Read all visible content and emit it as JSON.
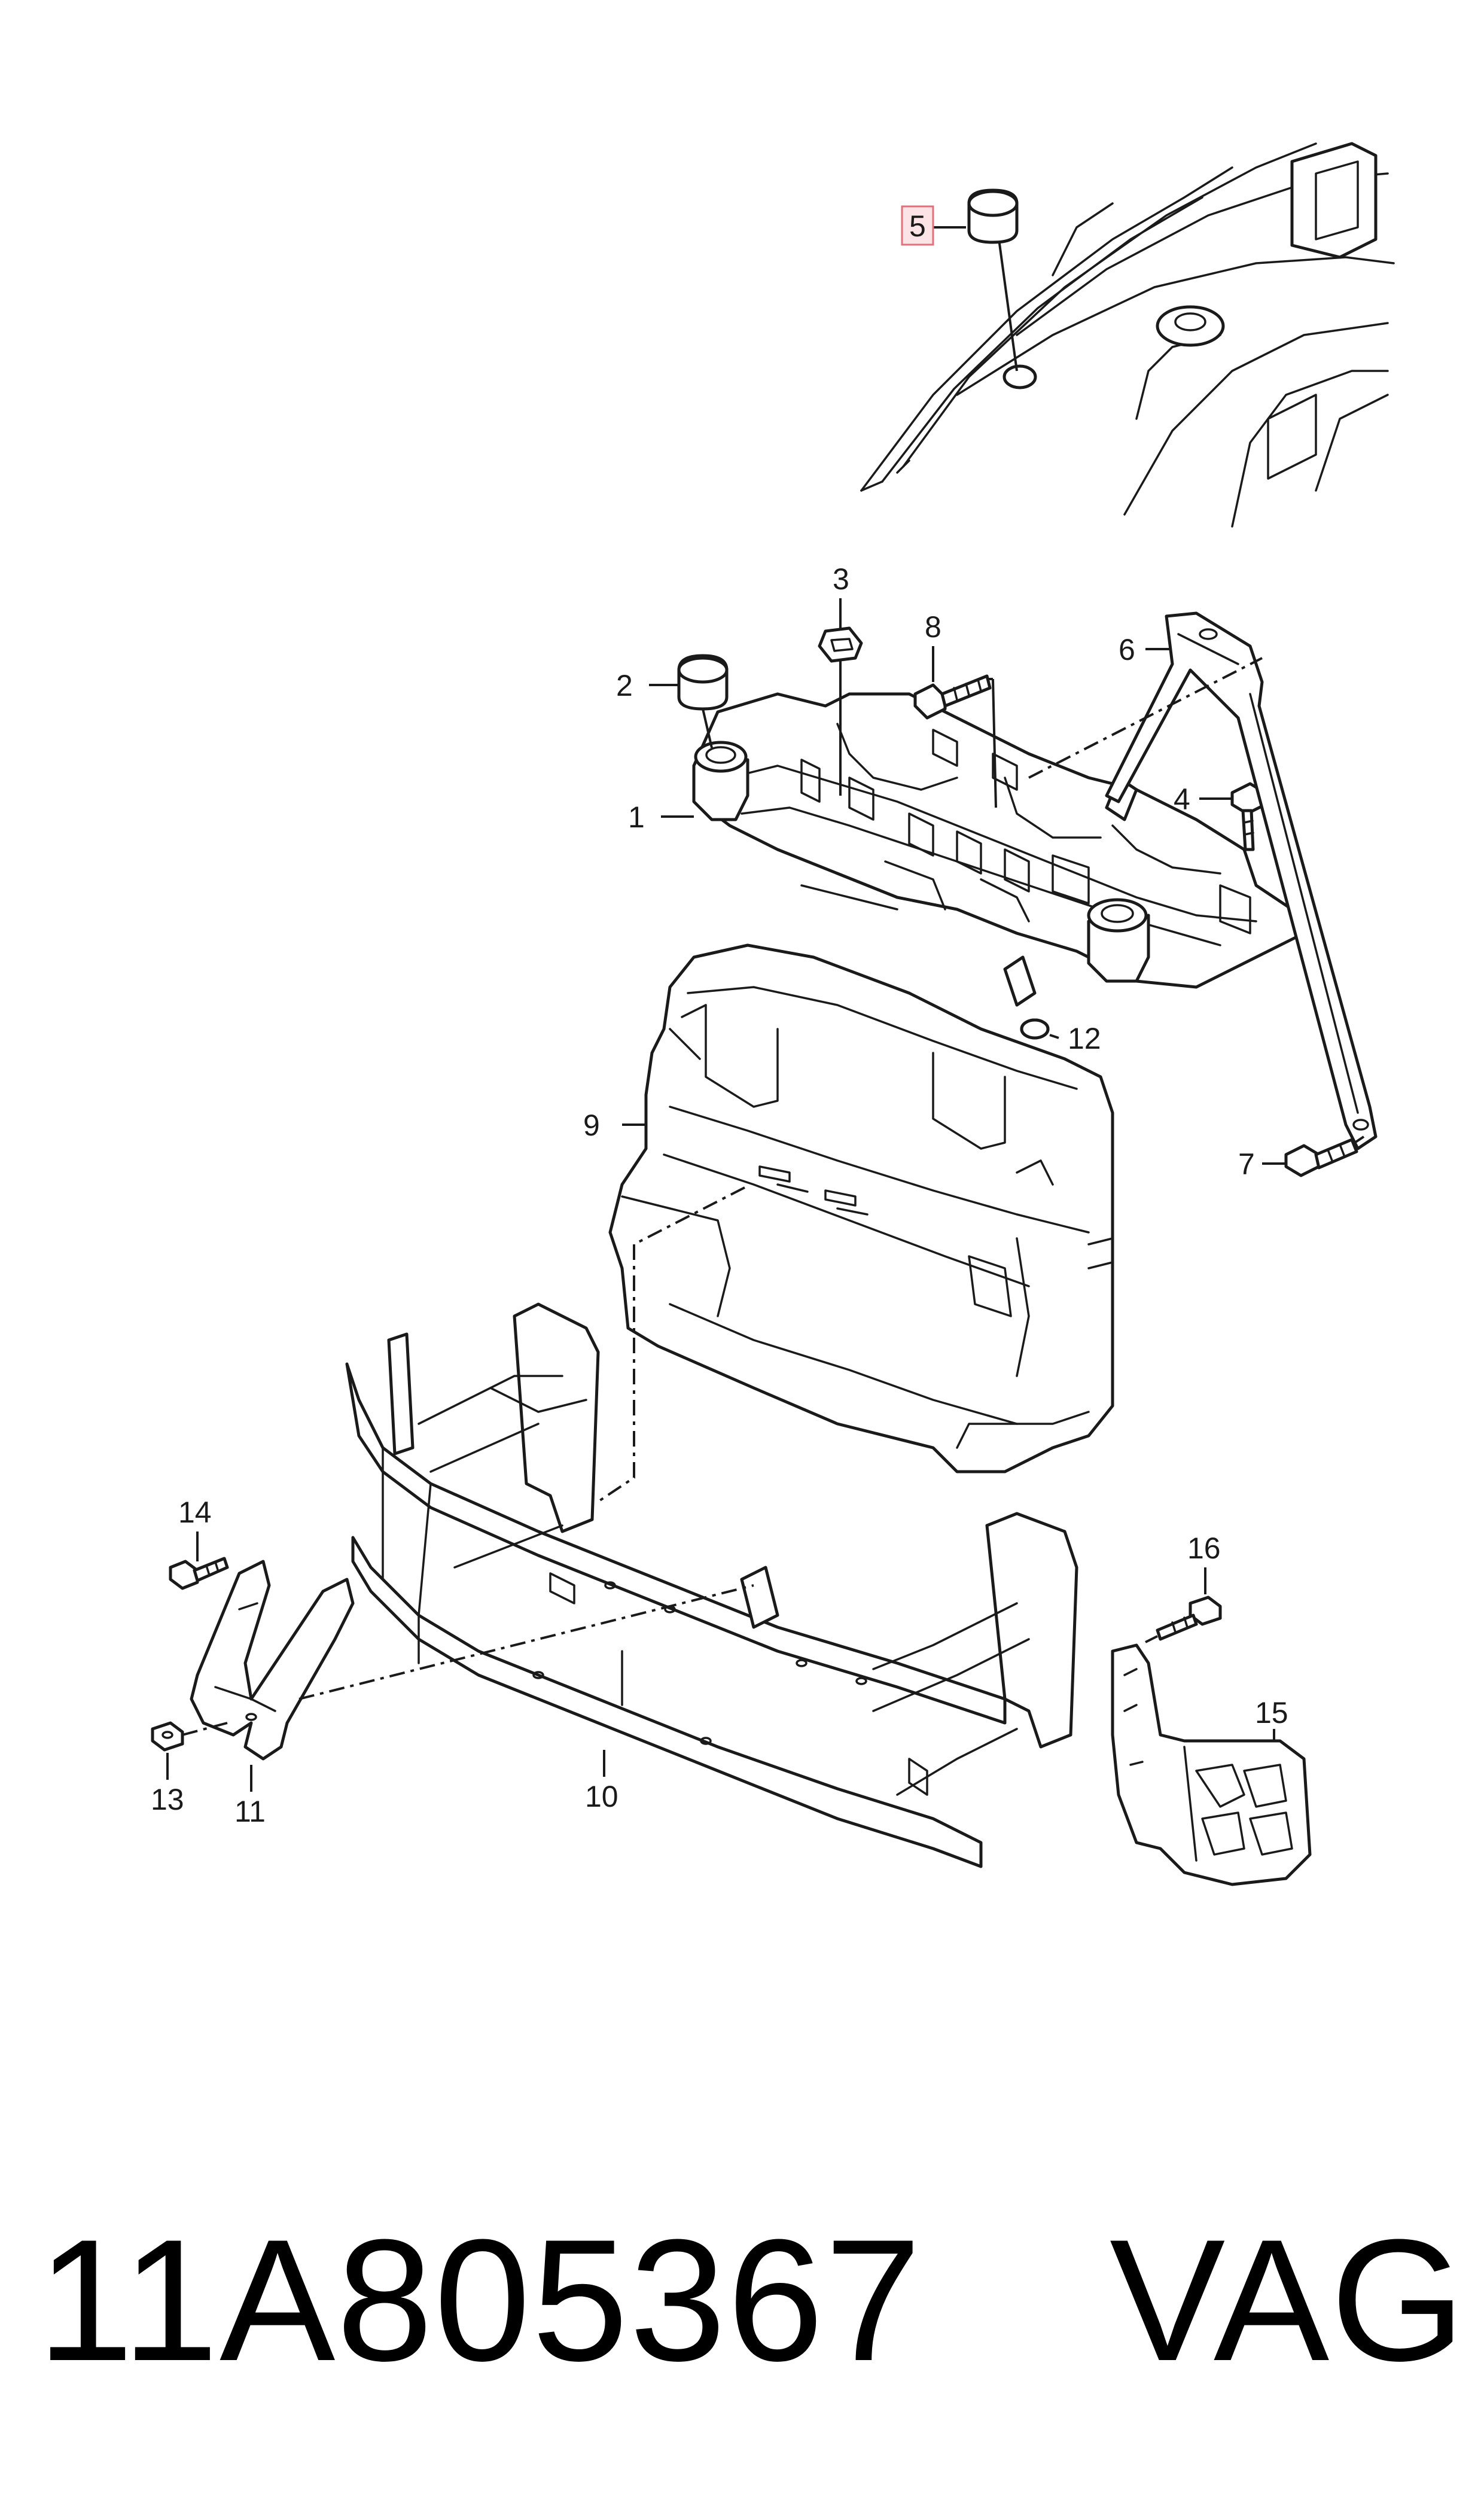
{
  "callouts": [
    "1",
    "2",
    "3",
    "4",
    "5",
    "6",
    "7",
    "8",
    "9",
    "10",
    "11",
    "12",
    "13",
    "14",
    "15",
    "16"
  ],
  "highlighted_callout": {
    "label": "5",
    "border_color": "#e0707a",
    "fill_color": "#fbe3e6"
  },
  "part_number": "11A805367",
  "brand": "VAG"
}
